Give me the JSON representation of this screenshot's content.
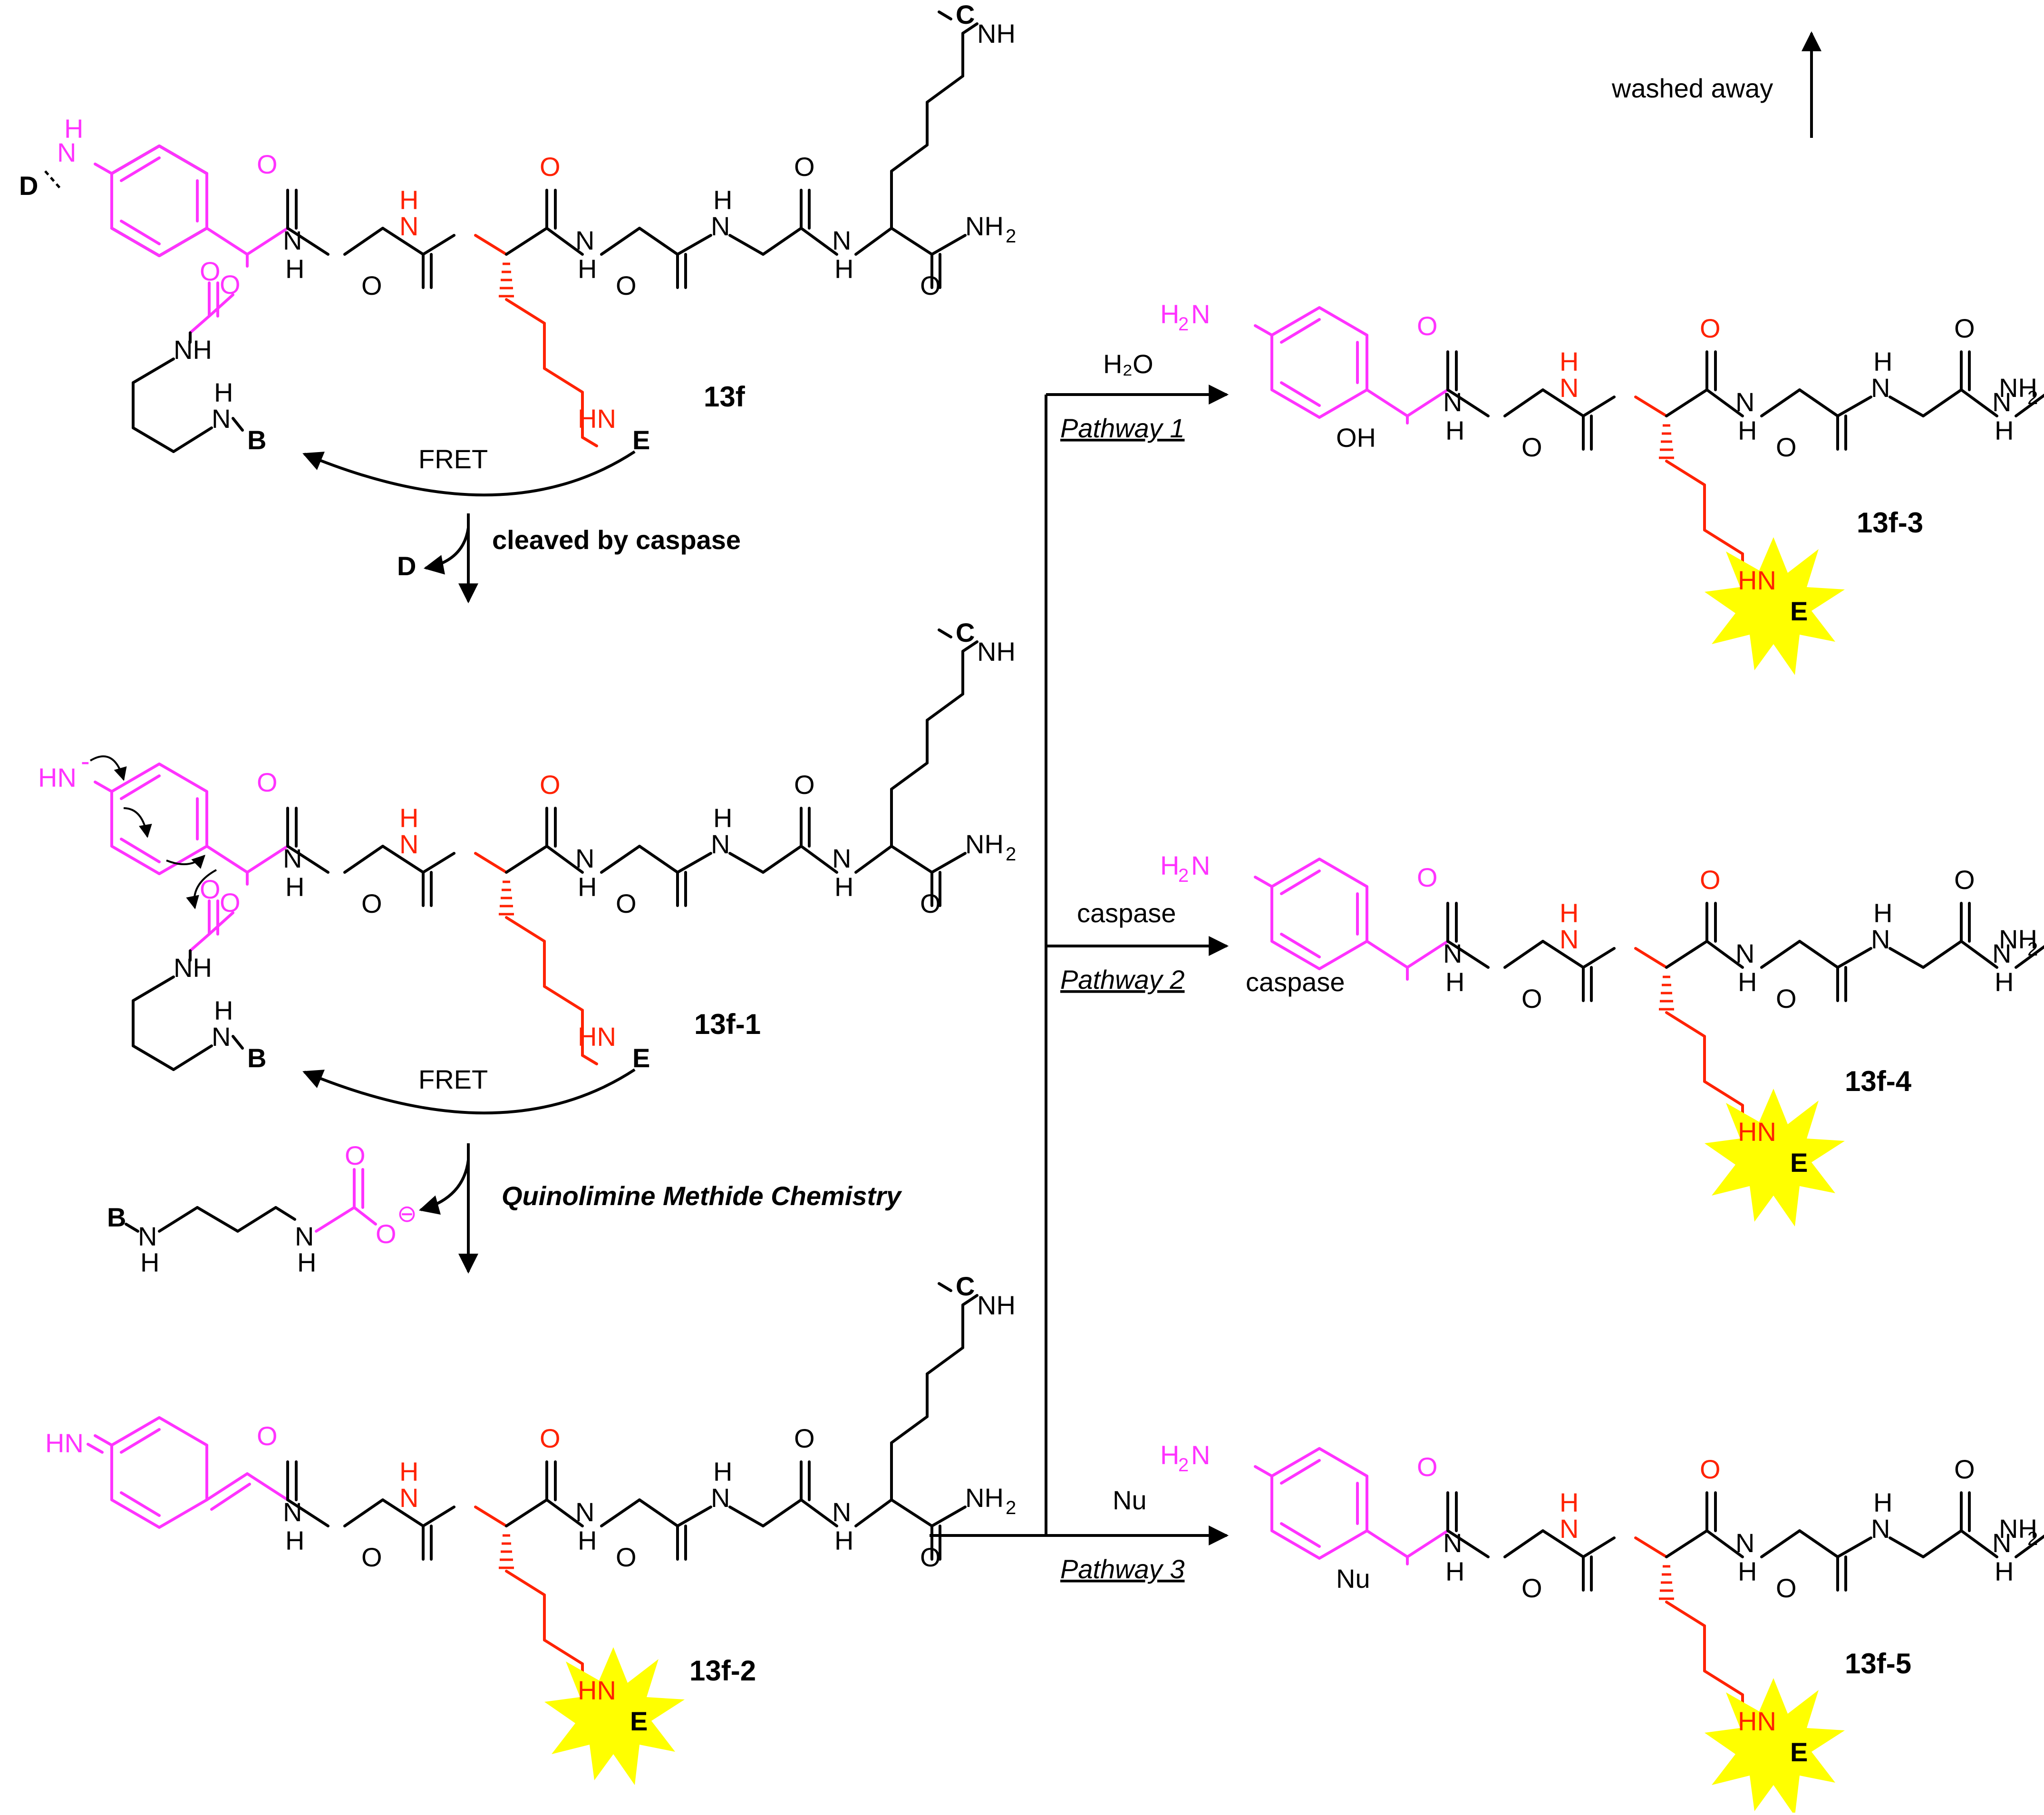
{
  "colors": {
    "magenta": "#ff33ff",
    "red": "#ff2200",
    "green": "#009900",
    "orange": "#ff9900",
    "blue": "#1a33dd",
    "cyan": "#00ccee",
    "star": "#ffff00",
    "black": "#000000"
  },
  "atoms": {
    "nh": "NH",
    "h": "H",
    "n": "N",
    "o": "O",
    "nh2": "NH",
    "sub2": "2",
    "hn": "HN",
    "h2n": "H",
    "oh": "OH",
    "c": "C",
    "d": "D",
    "b": "B",
    "e": "E",
    "minus": "-",
    "ominus": "⊖"
  },
  "compounds": [
    "13f",
    "13f-1",
    "13f-2",
    "13f-3",
    "13f-4",
    "13f-5"
  ],
  "labels": {
    "fret": "FRET",
    "cleaved": "cleaved by caspase",
    "quinolimine": "Quinolimine Methide Chemistry",
    "washed_away": "washed away",
    "reagent1": "H₂O",
    "reagent2": "caspase",
    "reagent3": "Nu",
    "pathway1": "Pathway 1",
    "pathway2": "Pathway 2",
    "pathway3": "Pathway 3",
    "substituent2": "caspase",
    "substituent3": "Nu"
  }
}
